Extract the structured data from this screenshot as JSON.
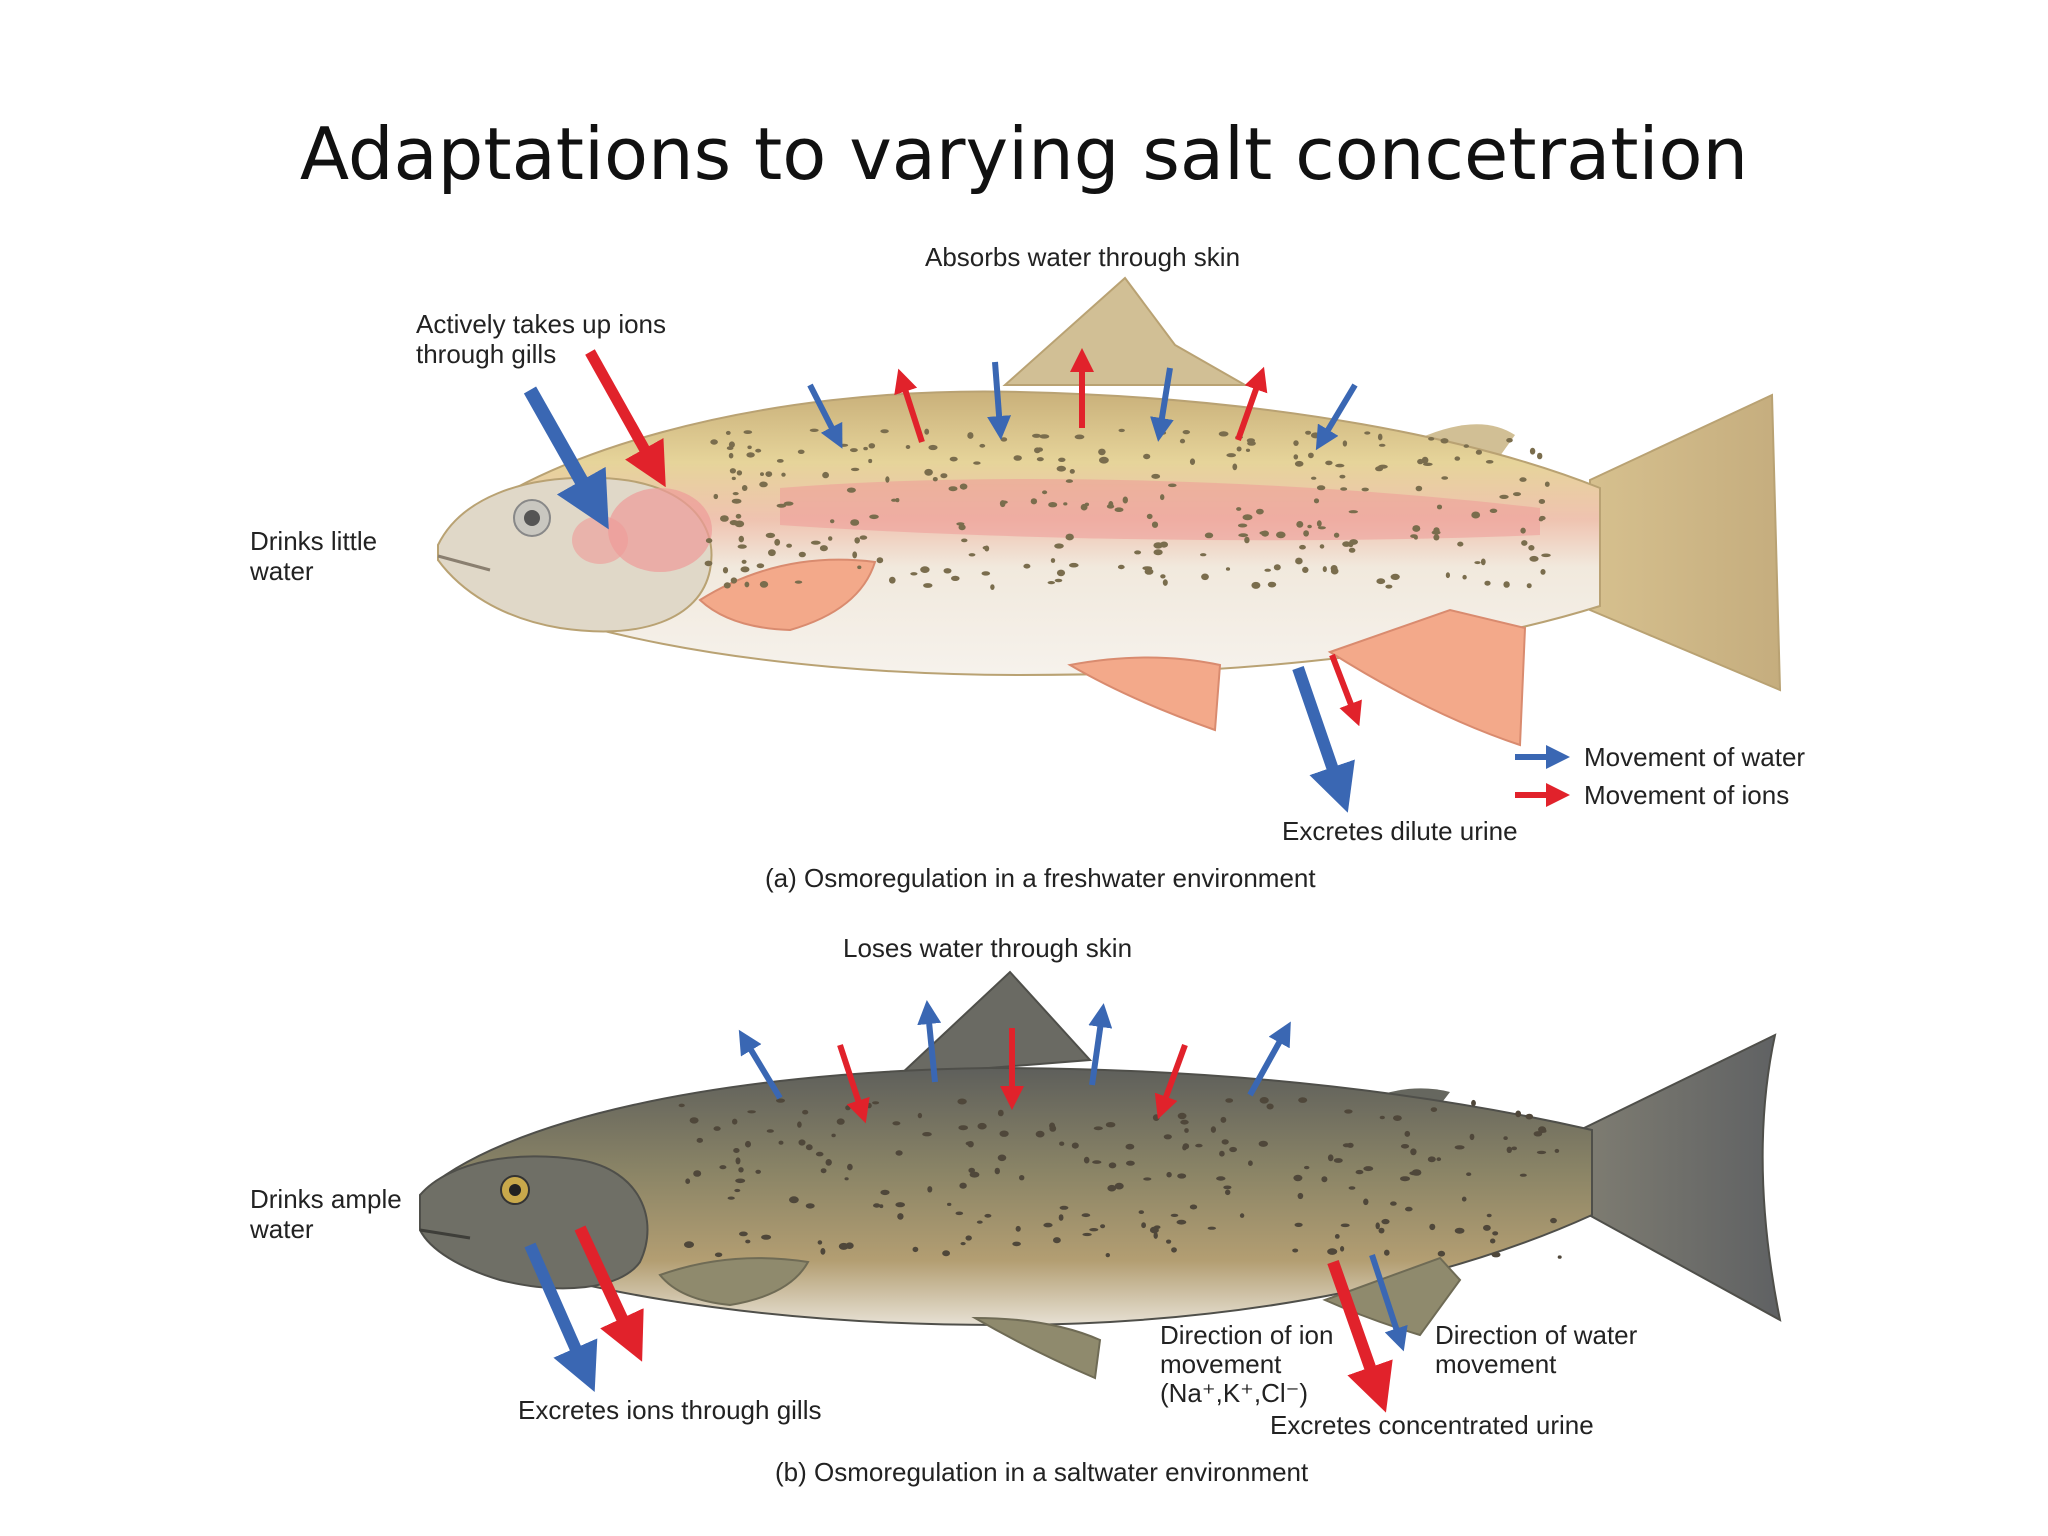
{
  "title": "Adaptations to varying salt concetration",
  "colors": {
    "water": "#3a67b3",
    "ions": "#e1222b"
  },
  "freshwater": {
    "label_absorbs": "Absorbs water through skin",
    "label_gills_1": "Actively takes up ions",
    "label_gills_2": "through gills",
    "label_drinks_1": "Drinks little",
    "label_drinks_2": "water",
    "label_urine": "Excretes dilute urine",
    "legend_water": "Movement of water",
    "legend_ions": "Movement of ions",
    "caption": "(a) Osmoregulation in a freshwater environment"
  },
  "saltwater": {
    "label_loses": "Loses water through skin",
    "label_drinks_1": "Drinks ample",
    "label_drinks_2": "water",
    "label_gills": "Excretes ions through gills",
    "label_ion_dir_1": "Direction of ion",
    "label_ion_dir_2": "movement",
    "label_ion_dir_3": "(Na⁺,K⁺,Cl⁻)",
    "label_water_dir_1": "Direction of water",
    "label_water_dir_2": "movement",
    "label_urine": "Excretes concentrated urine",
    "caption": "(b) Osmoregulation in a saltwater environment"
  }
}
